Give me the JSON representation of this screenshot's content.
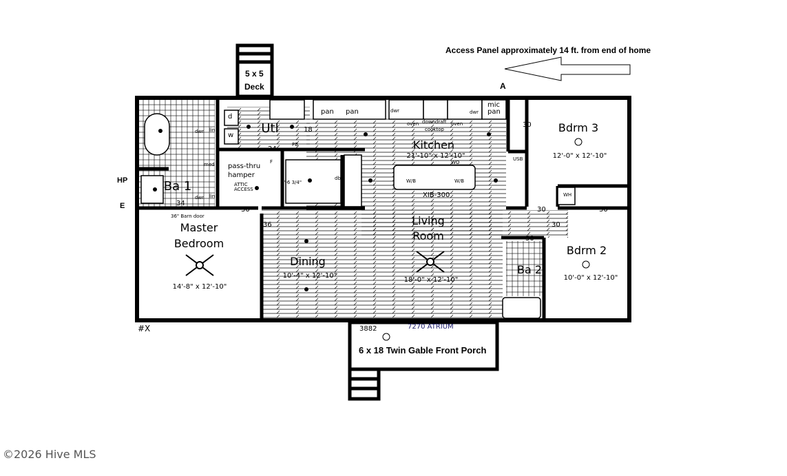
{
  "note": {
    "access_panel": "Access Panel approximately 14 ft. from end of home",
    "marker_a": "A",
    "hp": "HP",
    "e": "E"
  },
  "deck": {
    "label_1": "5 x 5",
    "label_2": "Deck"
  },
  "porch": {
    "label": "6 x 18 Twin Gable Front Porch",
    "door": "3882",
    "atrium": "7270 ATRIUM"
  },
  "rooms": {
    "master": {
      "name_1": "Master",
      "name_2": "Bedroom",
      "size": "14'-8\" x 12'-10\""
    },
    "ba1": {
      "name": "Ba 1",
      "barn_door": "36\" Barn door",
      "door": "34"
    },
    "utl": {
      "name": "Utl",
      "d": "d",
      "w": "w",
      "pb": "PB",
      "door_18": "18",
      "door_24": "24"
    },
    "kitchen": {
      "name": "Kitchen",
      "size": "21'-10\" x 12'-10\"",
      "island": "XIB-300",
      "wo": "WO"
    },
    "living": {
      "name_1": "Living",
      "name_2": "Room",
      "size": "18'-0\" x 12'-10\""
    },
    "dining": {
      "name": "Dining",
      "size": "10'-4\" x 12'-10\""
    },
    "bdrm3": {
      "name": "Bdrm 3",
      "size": "12'-0\" x 12'-10\""
    },
    "bdrm2": {
      "name": "Bdrm 2",
      "size": "10'-0\" x 12'-10\""
    },
    "ba2": {
      "name": "Ba 2"
    }
  },
  "fixtures": {
    "pan": "pan",
    "mic_pan": "mic pan",
    "dwr": "dwr",
    "oven": "oven",
    "downdraft": "downdraft",
    "cooktop": "cooktop",
    "lin": "lin",
    "med": "med",
    "pass_thru": "pass-thru",
    "hamper": "hamper",
    "attic": "ATTIC ACCESS",
    "hall_dim": "3'-6 3/4\"",
    "db": "db",
    "usb": "USB",
    "f": "F",
    "wh": "WH",
    "wb": "W/B"
  },
  "doors": {
    "d30": "30",
    "d36": "36"
  },
  "footer": {
    "copyright": "©2026 Hive MLS",
    "symbols": "#X"
  }
}
